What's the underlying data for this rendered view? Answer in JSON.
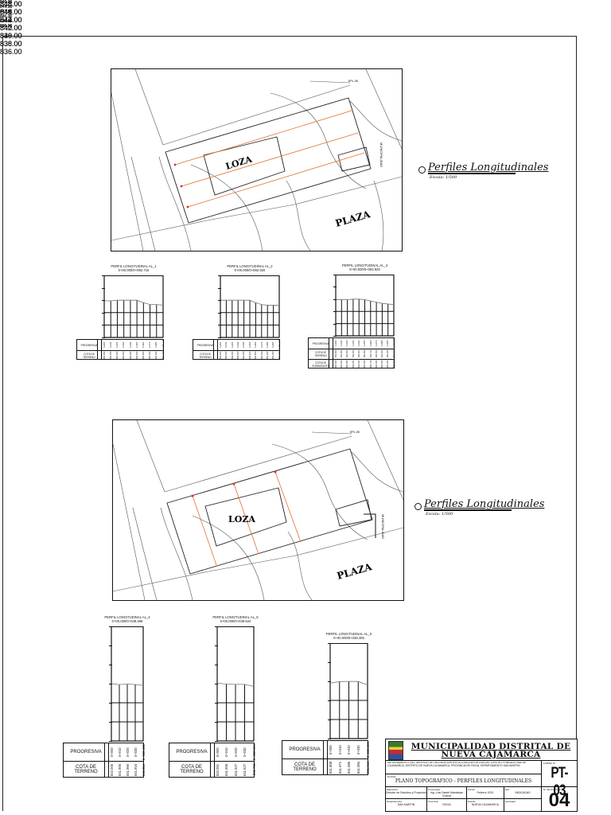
{
  "sheet": {
    "plans": [
      {
        "labels": {
          "slab": "LOZA",
          "plaza": "PLAZA",
          "street": "MUNICIPALIDAD",
          "contour_note": "EPL-08"
        },
        "section_lines": "longitudinal",
        "legend": {
          "title": "Perfiles Longitudinales",
          "scale": "Escala: 1/500"
        }
      },
      {
        "labels": {
          "slab": "LOZA",
          "plaza": "PLAZA",
          "street": "MUNICIPALIDAD",
          "contour_note": "EPL-08"
        },
        "section_lines": "transversal",
        "legend": {
          "title": "Perfiles Longitudinales",
          "scale": "Escala: 1/500"
        }
      }
    ],
    "title_block": {
      "municipality_line1": "MUNICIPALIDAD DISTRITAL DE",
      "municipality_line2": "NUEVA CAJAMARCA",
      "project_label": "PROYECTO:",
      "project_text": "MEJORAMIENTO DEL SERVICIO DE RECREACION EN LA LOSA DEPORTIVA DEL CENTRO POBLADO NUEVA CAJAMARCA, DISTRITO DE NUEVA CAJAMARCA, PROVINCIA DE RIOJA, DEPARTAMENTO SAN MARTIN",
      "plan_label": "PLANO:",
      "plan_title": "PLANO TOPOGRÁFICO - PERFILES LONGITUDINALES",
      "sheet_code_label": "LAMINA N°:",
      "sheet_code": "PT-03",
      "sheet_number_label": "N° DE PLANOS:",
      "sheet_number": "04",
      "fields": [
        {
          "key": "Elaborado:",
          "value": "División de Estudios y Proyectos"
        },
        {
          "key": "Proyectista:",
          "value": "Ing. Luis Daniel Mantalvan Guerra"
        },
        {
          "key": "Fecha:",
          "value": "Febrero 2021"
        },
        {
          "key": "Esc:",
          "value": "INDICADAS"
        },
        {
          "key": "Departamento:",
          "value": "SAN MARTIN"
        },
        {
          "key": "Provincia:",
          "value": "RIOJA"
        },
        {
          "key": "Distrito:",
          "value": "NUEVA CAJAMARCA"
        },
        {
          "key": "Aprobado:",
          "value": ""
        }
      ]
    }
  },
  "chart_data": [
    {
      "type": "line",
      "title": "PERFIL LONGITUDINAL AL_1",
      "subtitle": "0+00.000/0+082.715",
      "ylabel": "",
      "xlabel": "PROGRESIVA",
      "ylim": [
        836,
        846
      ],
      "yticks": [
        "846.00",
        "844.00",
        "842.00",
        "840.00",
        "838.00",
        "836.00"
      ],
      "x": [
        "0+000",
        "0+010",
        "0+020",
        "0+030",
        "0+040",
        "0+050",
        "0+060",
        "0+070",
        "0+080",
        "0+082.715"
      ],
      "values": [
        841.9,
        841.9,
        842.0,
        842.0,
        842.0,
        842.0,
        841.6,
        841.3,
        841.3,
        841.2
      ],
      "table_rows": [
        "PROGRESIVA",
        "COTA DE TERRENO"
      ]
    },
    {
      "type": "line",
      "title": "PERFIL LONGITUDINAL AL_2",
      "subtitle": "0+00.000/0+092.920",
      "ylim": [
        836,
        846
      ],
      "yticks": [
        "846.00",
        "844.00",
        "842.00",
        "840.00",
        "838.00",
        "836.00"
      ],
      "x": [
        "0+000",
        "0+010",
        "0+020",
        "0+030",
        "0+040",
        "0+050",
        "0+060",
        "0+070",
        "0+080",
        "0+090",
        "0+092.920"
      ],
      "values": [
        842.0,
        842.0,
        842.0,
        842.0,
        842.0,
        842.0,
        841.6,
        841.3,
        841.2,
        841.2,
        841.2
      ],
      "table_rows": [
        "PROGRESIVA",
        "COTA DE TERRENO"
      ]
    },
    {
      "type": "line",
      "title": "PERFIL LONGITUDINAL AL_3",
      "subtitle": "0+00.000/0+092.920",
      "ylim": [
        836,
        846
      ],
      "yticks": [
        "846.00",
        "844.00",
        "842.00",
        "840.00",
        "838.00",
        "836.00"
      ],
      "x": [
        "0+000",
        "0+010",
        "0+020",
        "0+030",
        "0+040",
        "0+050",
        "0+060",
        "0+070",
        "0+080",
        "0+090",
        "0+092.920"
      ],
      "values": [
        841.9,
        841.9,
        841.9,
        842.0,
        842.0,
        841.9,
        841.7,
        841.5,
        841.3,
        841.2,
        841.1
      ],
      "table_rows": [
        "PROGRESIVA",
        "COTA DE TERRENO",
        "COTA DE SUBRASANTE"
      ]
    },
    {
      "type": "line",
      "title": "PERFIL LONGITUDINAL AL_4",
      "subtitle": "0+00.000/0+038.488",
      "ylim": [
        836,
        848
      ],
      "yticks": [
        "848.00",
        "846.00",
        "844.00",
        "842.00",
        "840.00",
        "838.00",
        "836.00"
      ],
      "x": [
        "0+000",
        "0+010",
        "0+020",
        "0+030",
        "0+038.488"
      ],
      "values": [
        842.006,
        841.906,
        841.96,
        841.916,
        841.814
      ],
      "value_labels": [
        "842.006",
        "841.906",
        "841.960",
        "841.916",
        "841.814"
      ],
      "table_rows": [
        "PROGRESIVA",
        "COTA DE TERRENO"
      ]
    },
    {
      "type": "line",
      "title": "PERFIL LONGITUDINAL AL_5",
      "subtitle": "0+00.000/0+038.534",
      "ylim": [
        836,
        848
      ],
      "yticks": [
        "848.00",
        "846.00",
        "844.00",
        "842.00",
        "840.00",
        "838.00",
        "836.00"
      ],
      "x": [
        "0+000",
        "0+010",
        "0+020",
        "0+030",
        "0+038.534"
      ],
      "values": [
        842.061,
        841.958,
        841.927,
        841.927,
        841.711
      ],
      "value_labels": [
        "842.061",
        "841.958",
        "841.927",
        "841.927",
        "841.711"
      ],
      "table_rows": [
        "PROGRESIVA",
        "COTA DE TERRENO"
      ]
    },
    {
      "type": "line",
      "title": "PERFIL LONGITUDINAL AL_6",
      "subtitle": "0+00.000/0+038.405",
      "ylim": [
        836,
        846
      ],
      "yticks": [
        "846.00",
        "844.00",
        "842.00",
        "840.00",
        "838.00",
        "836.00"
      ],
      "x": [
        "0+000",
        "0+010",
        "0+020",
        "0+030",
        "0+038.405"
      ],
      "values": [
        841.808,
        841.971,
        841.985,
        841.984,
        841.615
      ],
      "value_labels": [
        "841.808",
        "841.971",
        "841.985",
        "841.984",
        "841.615"
      ],
      "table_rows": [
        "PROGRESIVA",
        "COTA DE TERRENO"
      ]
    }
  ]
}
